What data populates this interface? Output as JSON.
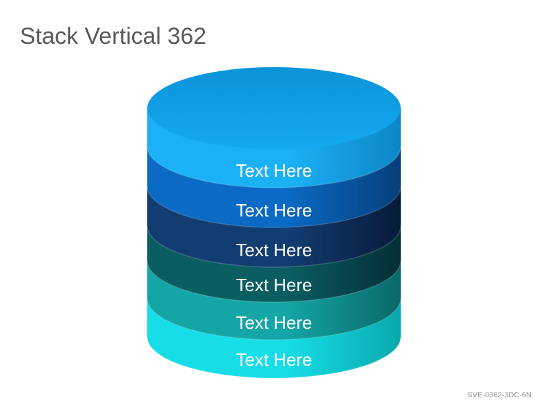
{
  "slide": {
    "title": "Stack Vertical 362",
    "code": "SVE-0362-3DC-6N"
  },
  "stack": {
    "top_colors": {
      "cap_light": "#16a9f0",
      "cap_dark": "#0a93d8"
    },
    "layers": [
      {
        "label": "Text Here",
        "color_light": "#1cb1f6",
        "color_dark": "#0c86c6"
      },
      {
        "label": "Text Here",
        "color_light": "#0a6ac4",
        "color_dark": "#063f7c"
      },
      {
        "label": "Text Here",
        "color_light": "#123d72",
        "color_dark": "#071b3a"
      },
      {
        "label": "Text Here",
        "color_light": "#0a5e62",
        "color_dark": "#042e36"
      },
      {
        "label": "Text Here",
        "color_light": "#14a6a6",
        "color_dark": "#0a6868"
      },
      {
        "label": "Text Here",
        "color_light": "#17dde6",
        "color_dark": "#08a9ac"
      }
    ]
  }
}
